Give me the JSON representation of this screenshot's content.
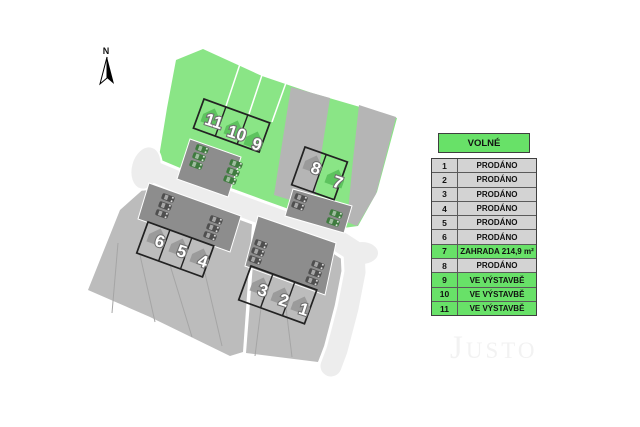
{
  "compass": {
    "label": "N"
  },
  "map": {
    "houses": [
      {
        "label": "11"
      },
      {
        "label": "10"
      },
      {
        "label": "9"
      },
      {
        "label": "8"
      },
      {
        "label": "7"
      },
      {
        "label": "6"
      },
      {
        "label": "5"
      },
      {
        "label": "4"
      },
      {
        "label": "3"
      },
      {
        "label": "2"
      },
      {
        "label": "1"
      }
    ]
  },
  "legend": {
    "header": "VOLNÉ",
    "rows": [
      {
        "number": "1",
        "status": "PRODÁNO",
        "state": "sold"
      },
      {
        "number": "2",
        "status": "PRODÁNO",
        "state": "sold"
      },
      {
        "number": "3",
        "status": "PRODÁNO",
        "state": "sold"
      },
      {
        "number": "4",
        "status": "PRODÁNO",
        "state": "sold"
      },
      {
        "number": "5",
        "status": "PRODÁNO",
        "state": "sold"
      },
      {
        "number": "6",
        "status": "PRODÁNO",
        "state": "sold"
      },
      {
        "number": "7",
        "status": "ZAHRADA 214,9 m²",
        "state": "garden"
      },
      {
        "number": "8",
        "status": "PRODÁNO",
        "state": "sold"
      },
      {
        "number": "9",
        "status": "VE VÝSTAVBĚ",
        "state": "construction"
      },
      {
        "number": "10",
        "status": "VE VÝSTAVBĚ",
        "state": "construction"
      },
      {
        "number": "11",
        "status": "VE VÝSTAVBĚ",
        "state": "construction"
      }
    ]
  },
  "watermark": "Justo",
  "colors": {
    "available_green": "#68e168",
    "sold_gray": "#d3d3d3",
    "plot_green": "#8ae586",
    "plot_gray": "#bcbcbc",
    "driveway_gray": "#8d8d8d",
    "road_gray": "#ededed",
    "block_outline": "#222222"
  }
}
